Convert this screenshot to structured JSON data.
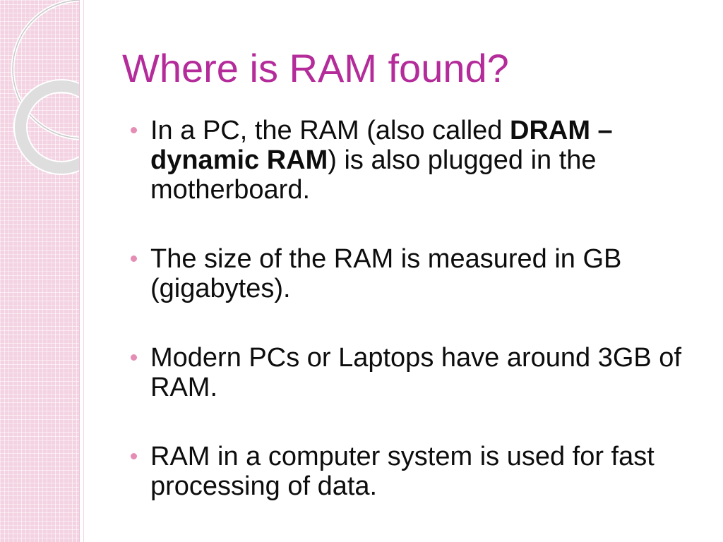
{
  "slide": {
    "title": "Where is RAM found?",
    "bullets": [
      {
        "parts": [
          "In a PC, the RAM (also called ",
          "DRAM – dynamic RAM",
          ") is also plugged in the motherboard."
        ]
      },
      {
        "parts": [
          "The size of the RAM is measured in GB (gigabytes)."
        ]
      },
      {
        "parts": [
          "Modern PCs or Laptops have around 3GB of RAM."
        ]
      },
      {
        "parts": [
          "RAM in a computer system is used for fast processing of data."
        ]
      }
    ]
  },
  "colors": {
    "title": "#b42b9a",
    "bullet": "#e58db4",
    "side_panel": "#f3d2e2",
    "text": "#0d0d0d"
  },
  "icons": {
    "bullet": "bullet-dot-icon",
    "decoration": "circle-arcs-decoration"
  }
}
